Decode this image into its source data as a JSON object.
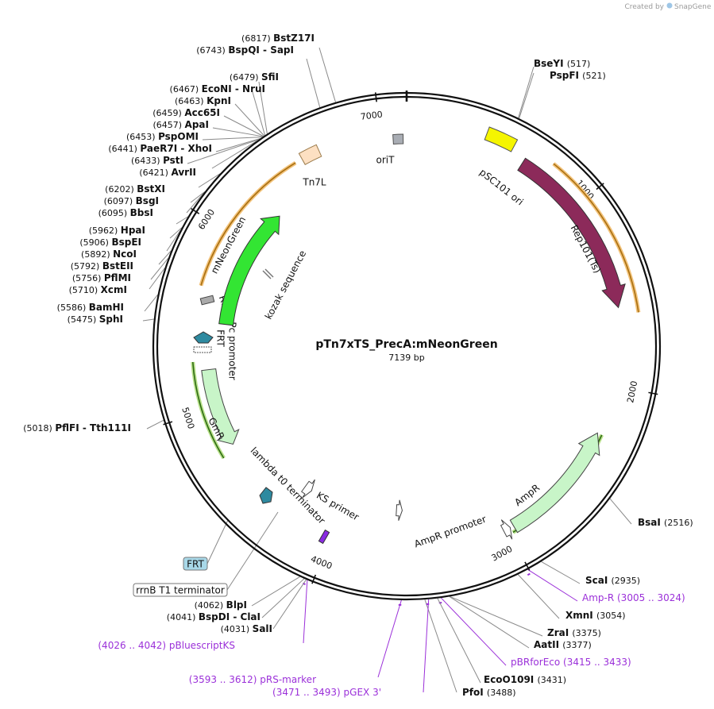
{
  "credit": {
    "prefix": "Created by",
    "brand": "SnapGene"
  },
  "plasmid": {
    "name": "pTn7xTS_PrecA:mNeonGreen",
    "size_label": "7139 bp",
    "length": 7139
  },
  "ticks": [
    {
      "pos": 0,
      "label": ""
    },
    {
      "pos": 1000,
      "label": "1000"
    },
    {
      "pos": 2000,
      "label": "2000"
    },
    {
      "pos": 3000,
      "label": "3000"
    },
    {
      "pos": 4000,
      "label": "4000"
    },
    {
      "pos": 5000,
      "label": "5000"
    },
    {
      "pos": 6000,
      "label": "6000"
    },
    {
      "pos": 7000,
      "label": "7000"
    }
  ],
  "sites": [
    {
      "pos": 6817,
      "name": "BstZ17I",
      "label_pos": "(6817)",
      "kind": "enzyme",
      "side": "left"
    },
    {
      "pos": 6743,
      "name": "BspQI  - SapI",
      "label_pos": "(6743)",
      "kind": "enzyme",
      "side": "left"
    },
    {
      "pos": 6479,
      "name": "SfiI",
      "label_pos": "(6479)",
      "kind": "enzyme",
      "side": "left"
    },
    {
      "pos": 6467,
      "name": "EcoNI  - NruI",
      "label_pos": "(6467)",
      "kind": "enzyme",
      "side": "left"
    },
    {
      "pos": 6463,
      "name": "KpnI",
      "label_pos": "(6463)",
      "kind": "enzyme",
      "side": "left"
    },
    {
      "pos": 6459,
      "name": "Acc65I",
      "label_pos": "(6459)",
      "kind": "enzyme",
      "side": "left"
    },
    {
      "pos": 6457,
      "name": "ApaI",
      "label_pos": "(6457)",
      "kind": "enzyme",
      "side": "left"
    },
    {
      "pos": 6453,
      "name": "PspOMI",
      "label_pos": "(6453)",
      "kind": "enzyme",
      "side": "left"
    },
    {
      "pos": 6441,
      "name": "PaeR7I  - XhoI",
      "label_pos": "(6441)",
      "kind": "enzyme",
      "side": "left"
    },
    {
      "pos": 6433,
      "name": "PstI",
      "label_pos": "(6433)",
      "kind": "enzyme",
      "side": "left"
    },
    {
      "pos": 6421,
      "name": "AvrII",
      "label_pos": "(6421)",
      "kind": "enzyme",
      "side": "left"
    },
    {
      "pos": 6202,
      "name": "BstXI",
      "label_pos": "(6202)",
      "kind": "enzyme",
      "side": "left"
    },
    {
      "pos": 6097,
      "name": "BsgI",
      "label_pos": "(6097)",
      "kind": "enzyme",
      "side": "left"
    },
    {
      "pos": 6095,
      "name": "BbsI",
      "label_pos": "(6095)",
      "kind": "enzyme",
      "side": "left"
    },
    {
      "pos": 5962,
      "name": "HpaI",
      "label_pos": "(5962)",
      "kind": "enzyme",
      "side": "left"
    },
    {
      "pos": 5906,
      "name": "BspEI",
      "label_pos": "(5906)",
      "kind": "enzyme",
      "side": "left"
    },
    {
      "pos": 5892,
      "name": "NcoI",
      "label_pos": "(5892)",
      "kind": "enzyme",
      "side": "left"
    },
    {
      "pos": 5792,
      "name": "BstEII",
      "label_pos": "(5792)",
      "kind": "enzyme",
      "side": "left"
    },
    {
      "pos": 5756,
      "name": "PflMI",
      "label_pos": "(5756)",
      "kind": "enzyme",
      "side": "left"
    },
    {
      "pos": 5710,
      "name": "XcmI",
      "label_pos": "(5710)",
      "kind": "enzyme",
      "side": "left"
    },
    {
      "pos": 5586,
      "name": "BamHI",
      "label_pos": "(5586)",
      "kind": "enzyme",
      "side": "left"
    },
    {
      "pos": 5475,
      "name": "SphI",
      "label_pos": "(5475)",
      "kind": "enzyme",
      "side": "left"
    },
    {
      "pos": 5018,
      "name": "PflFI  - Tth111I",
      "label_pos": "(5018)",
      "kind": "enzyme",
      "side": "left"
    },
    {
      "pos": 517,
      "name": "BseYI",
      "label_pos": "(517)",
      "kind": "enzyme",
      "side": "right"
    },
    {
      "pos": 521,
      "name": "PspFI",
      "label_pos": "(521)",
      "kind": "enzyme",
      "side": "right"
    },
    {
      "pos": 2516,
      "name": "BsaI",
      "label_pos": "(2516)",
      "kind": "enzyme",
      "side": "right"
    },
    {
      "pos": 2935,
      "name": "ScaI",
      "label_pos": "(2935)",
      "kind": "enzyme",
      "side": "right"
    },
    {
      "pos": 3005,
      "name": "Amp-R",
      "label_pos": "(3005 .. 3024)",
      "kind": "primer",
      "side": "right"
    },
    {
      "pos": 3054,
      "name": "XmnI",
      "label_pos": "(3054)",
      "kind": "enzyme",
      "side": "right"
    },
    {
      "pos": 3375,
      "name": "ZraI",
      "label_pos": "(3375)",
      "kind": "enzyme",
      "side": "right"
    },
    {
      "pos": 3377,
      "name": "AatII",
      "label_pos": "(3377)",
      "kind": "enzyme",
      "side": "right"
    },
    {
      "pos": 3415,
      "name": "pBRforEco",
      "label_pos": "(3415 .. 3433)",
      "kind": "primer",
      "side": "right"
    },
    {
      "pos": 3431,
      "name": "EcoO109I",
      "label_pos": "(3431)",
      "kind": "enzyme",
      "side": "right"
    },
    {
      "pos": 3488,
      "name": "PfoI",
      "label_pos": "(3488)",
      "kind": "enzyme",
      "side": "right"
    },
    {
      "pos": 3471,
      "name": "pGEX 3'",
      "label_pos": "(3471 .. 3493)",
      "kind": "primer",
      "side": "right"
    },
    {
      "pos": 3593,
      "name": "pRS-marker",
      "label_pos": "(3593 .. 3612)",
      "kind": "primer",
      "side": "left"
    },
    {
      "pos": 4026,
      "name": "pBluescriptKS",
      "label_pos": "(4026 .. 4042)",
      "kind": "primer",
      "side": "left"
    },
    {
      "pos": 4031,
      "name": "SalI",
      "label_pos": "(4031)",
      "kind": "enzyme",
      "side": "left"
    },
    {
      "pos": 4041,
      "name": "BspDI  - ClaI",
      "label_pos": "(4041)",
      "kind": "enzyme",
      "side": "left"
    },
    {
      "pos": 4062,
      "name": "BlpI",
      "label_pos": "(4062)",
      "kind": "enzyme",
      "side": "left"
    }
  ],
  "features": [
    {
      "name": "oriT",
      "color": "#a9adb4"
    },
    {
      "name": "pSC101 ori",
      "color": "#f5f500"
    },
    {
      "name": "Rep101(Ts)",
      "color": "#8c2a5a"
    },
    {
      "name": "AmpR",
      "color": "#c8f5c8"
    },
    {
      "name": "AmpR promoter",
      "color": "#ffffff"
    },
    {
      "name": "KS primer",
      "color": "#ffffff"
    },
    {
      "name": "lambda t0 terminator",
      "color": "#ffffff"
    },
    {
      "name": "GmR",
      "color": "#c8f5c8"
    },
    {
      "name": "FRT",
      "color": "#2e8aa0"
    },
    {
      "name": "Pc promoter",
      "color": "#ffffff"
    },
    {
      "name": "RBS",
      "color": "#aaaaaa"
    },
    {
      "name": "mNeonGreen",
      "color": "#33e533"
    },
    {
      "name": "Tn7L",
      "color": "#fde0c2"
    },
    {
      "name": "kozak sequence",
      "color": "#888888"
    }
  ],
  "boxed_labels": [
    {
      "name": "FRT",
      "color": "#a8d8e8"
    },
    {
      "name": "rrnB T1 terminator",
      "color": "#ffffff"
    }
  ]
}
